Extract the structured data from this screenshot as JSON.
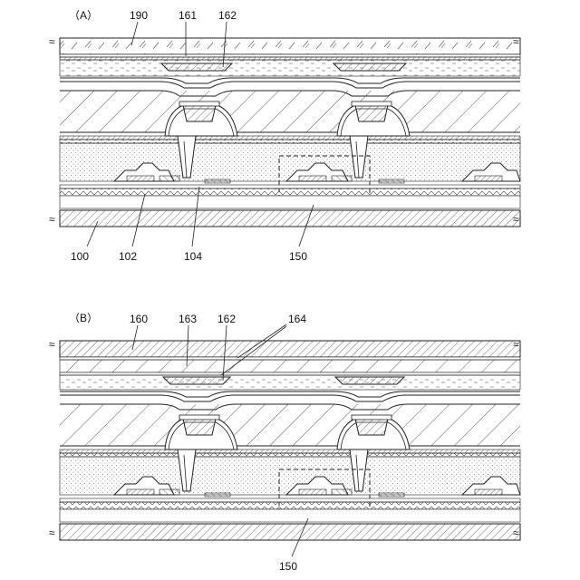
{
  "figure": {
    "panel_a": {
      "panel_label": "（A）",
      "labels": {
        "l190": "190",
        "l161": "161",
        "l162": "162",
        "l100": "100",
        "l102": "102",
        "l104": "104",
        "l150": "150"
      }
    },
    "panel_b": {
      "panel_label": "（B）",
      "labels": {
        "l160": "160",
        "l163": "163",
        "l162": "162",
        "l164": "164",
        "l150": "150"
      }
    }
  }
}
